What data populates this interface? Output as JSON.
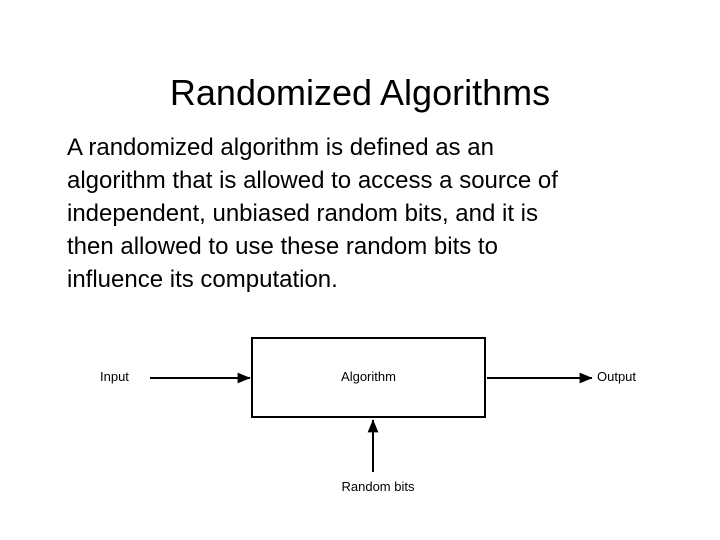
{
  "slide": {
    "title": "Randomized Algorithms",
    "background_color": "#ffffff",
    "text_color": "#000000"
  },
  "body": {
    "lines": [
      "A randomized algorithm is defined as an",
      "algorithm that is allowed to access a source of",
      "independent, unbiased random bits, and it is",
      "then allowed to use these random bits to",
      "influence its computation."
    ]
  },
  "diagram": {
    "box_label": "Algorithm",
    "input_label": "Input",
    "output_label": "Output",
    "random_bits_label": "Random bits",
    "line_color": "#000000"
  }
}
